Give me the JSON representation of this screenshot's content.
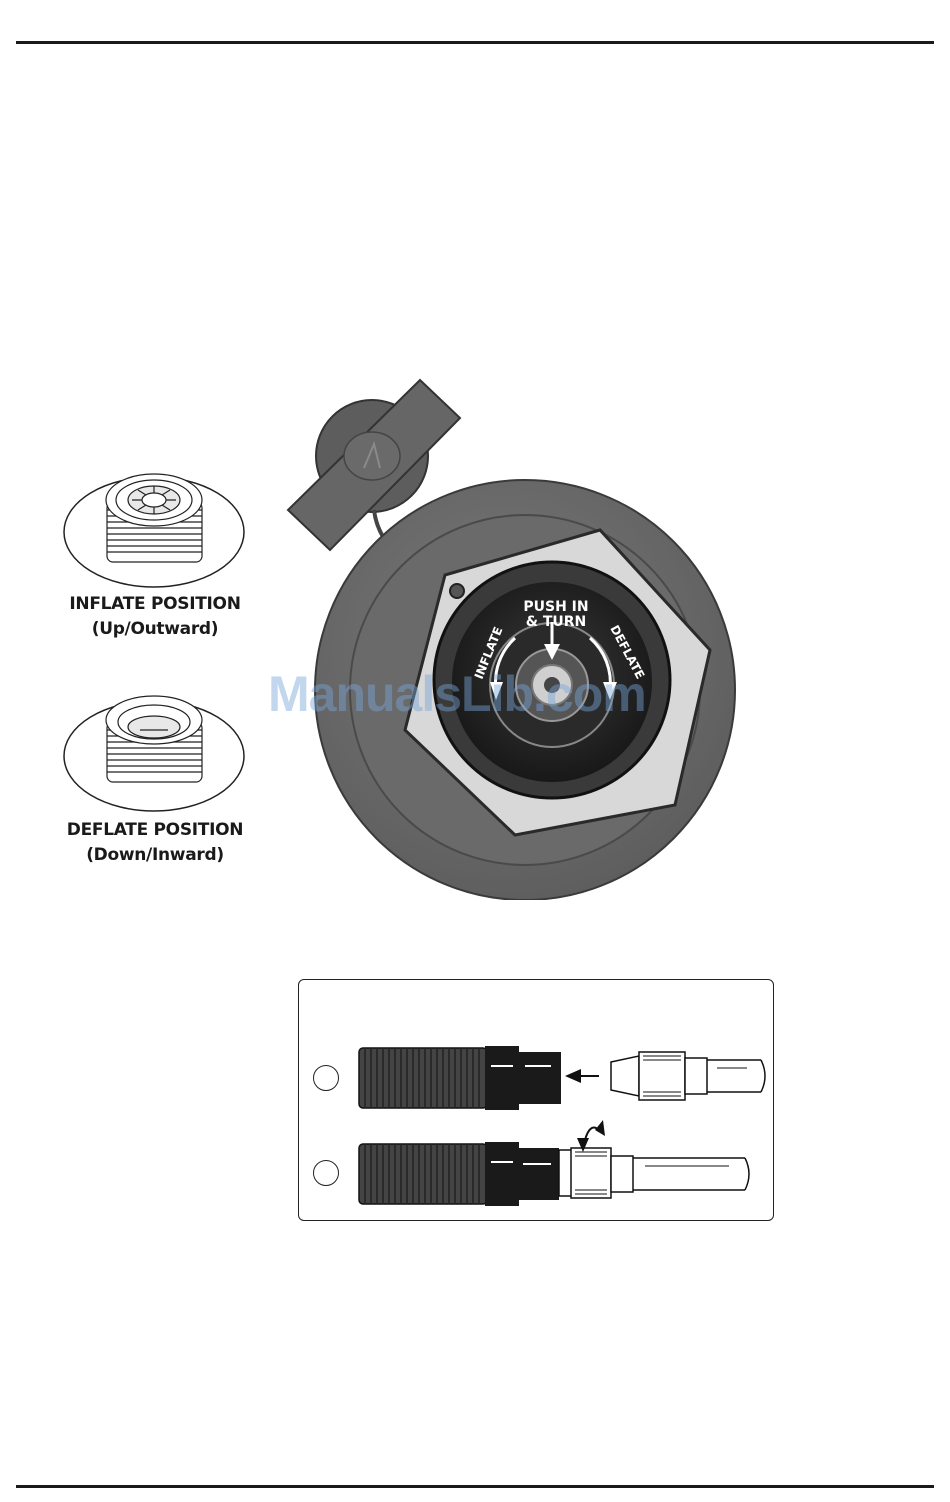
{
  "valve_positions": {
    "inflate": {
      "title": "INFLATE POSITION",
      "subtitle": "(Up/Outward)"
    },
    "deflate": {
      "title": "DEFLATE POSITION",
      "subtitle": "(Down/Inward)"
    }
  },
  "valve_label": {
    "push_line1": "PUSH IN",
    "push_line2": "& TURN",
    "inflate": "INFLATE",
    "deflate": "DEFLATE"
  },
  "watermark": "ManualsLib.com",
  "colors": {
    "rule": "#1a1a1a",
    "base_gray": "#6f6f6f",
    "hex_plate": "#d6d6d6",
    "valve_dark": "#222222",
    "watermark": "#78a5d7"
  }
}
